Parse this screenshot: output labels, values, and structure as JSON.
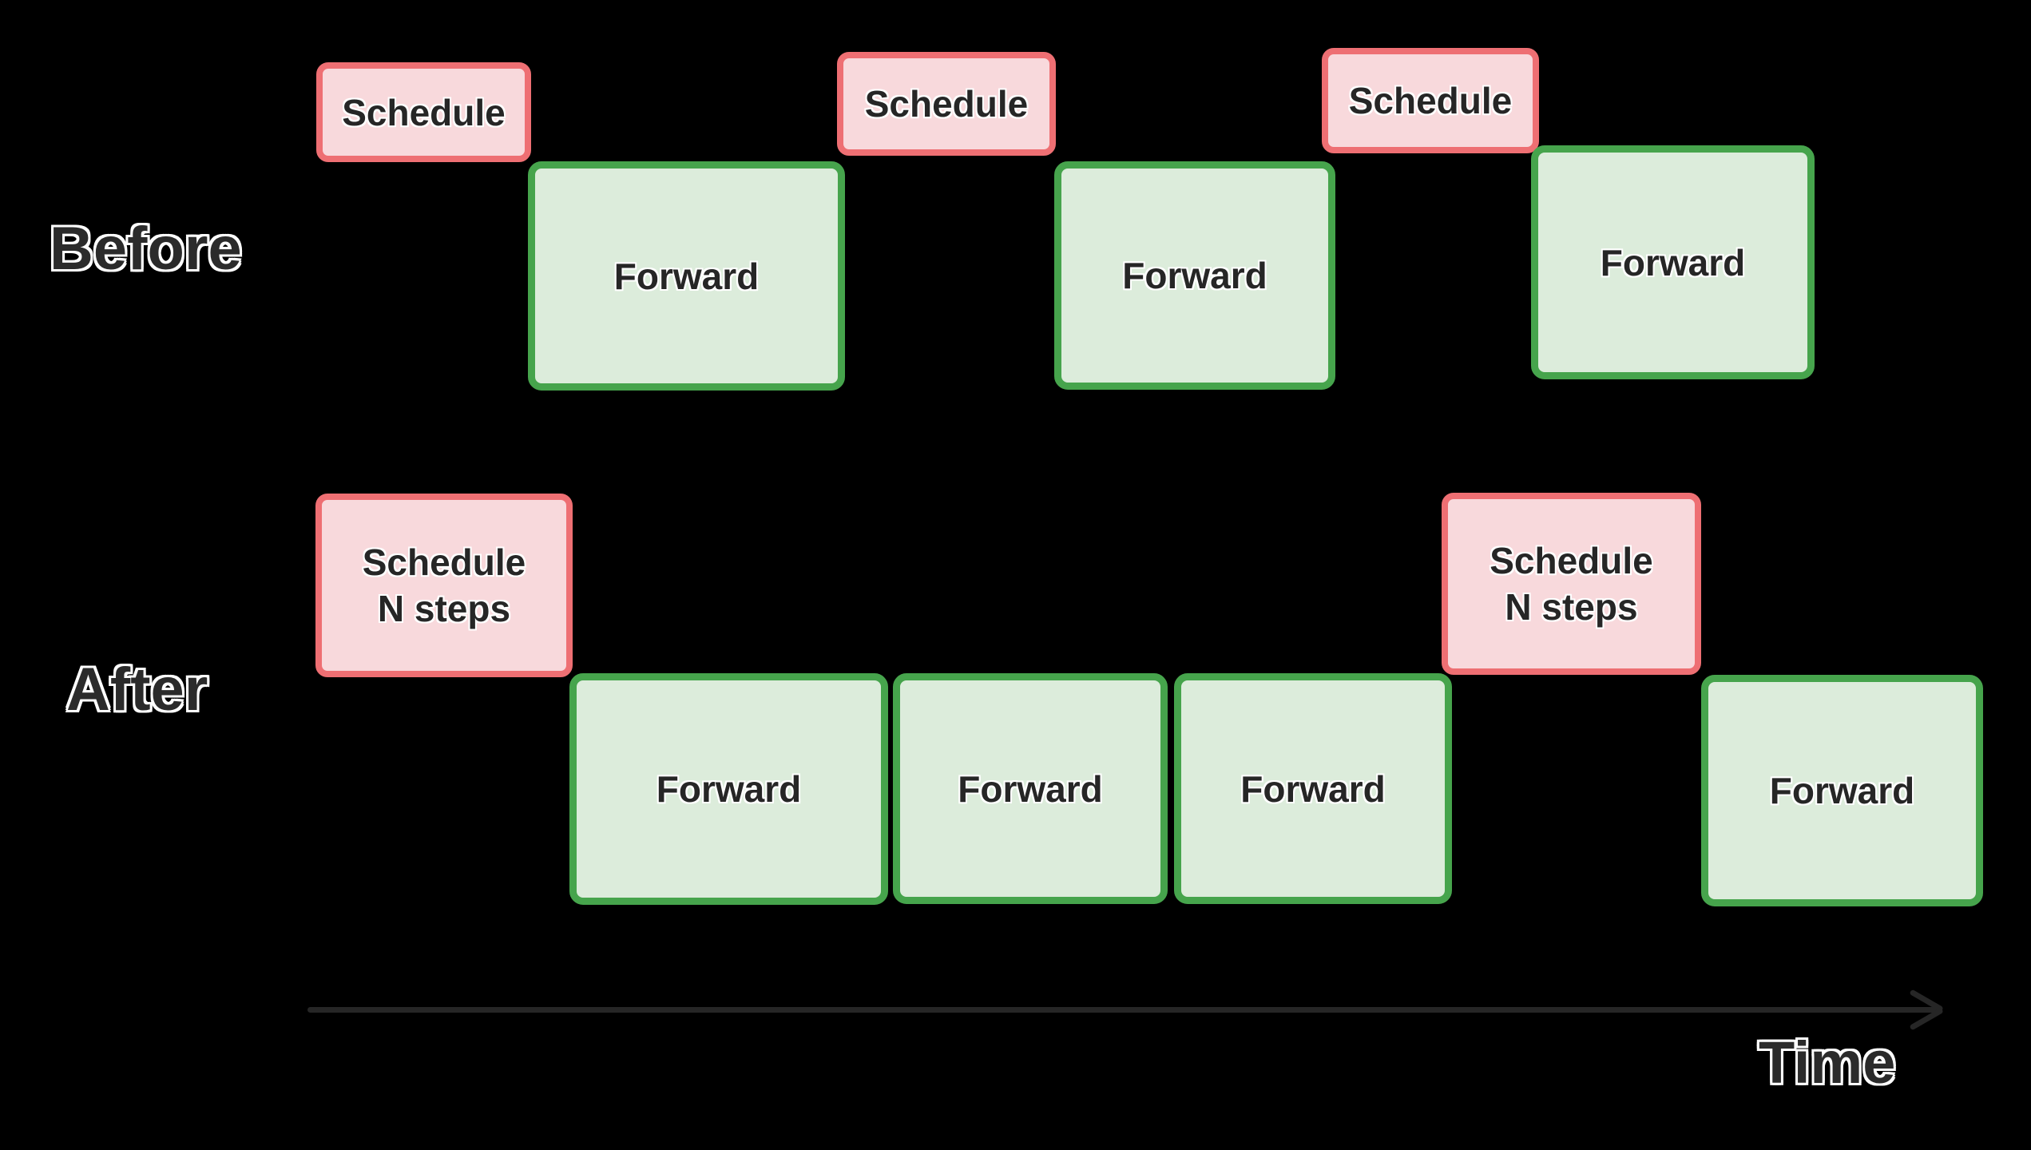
{
  "colors": {
    "background": "#000000",
    "schedule_fill": "#f8d9dc",
    "schedule_border": "#ee6f73",
    "forward_fill": "#dcecdb",
    "forward_border": "#46a44c",
    "box_text": "#262626",
    "label_text": "#2b2b2b",
    "halo": "#ffffff",
    "axis": "#262626"
  },
  "before": {
    "label": "Before",
    "boxes": [
      {
        "kind": "schedule",
        "label": "Schedule"
      },
      {
        "kind": "forward",
        "label": "Forward"
      },
      {
        "kind": "schedule",
        "label": "Schedule"
      },
      {
        "kind": "forward",
        "label": "Forward"
      },
      {
        "kind": "schedule",
        "label": "Schedule"
      },
      {
        "kind": "forward",
        "label": "Forward"
      }
    ]
  },
  "after": {
    "label": "After",
    "boxes": [
      {
        "kind": "schedule",
        "line1": "Schedule",
        "line2": "N steps"
      },
      {
        "kind": "forward",
        "label": "Forward"
      },
      {
        "kind": "forward",
        "label": "Forward"
      },
      {
        "kind": "forward",
        "label": "Forward"
      },
      {
        "kind": "schedule",
        "line1": "Schedule",
        "line2": "N steps"
      },
      {
        "kind": "forward",
        "label": "Forward"
      }
    ]
  },
  "axis": {
    "label": "Time"
  }
}
